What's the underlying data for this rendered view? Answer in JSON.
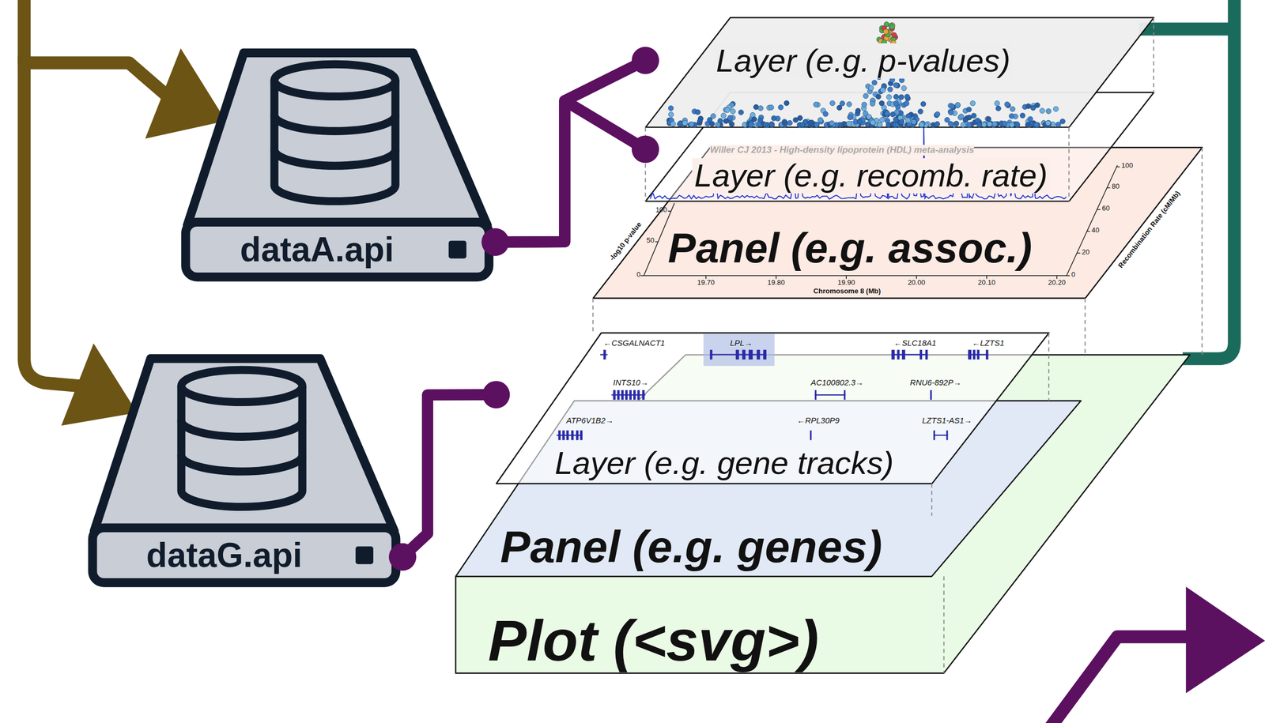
{
  "diagram": {
    "nodes": [
      {
        "text": [
          "dataA.api"
        ]
      },
      {
        "text": [
          "dataG.api"
        ]
      },
      {
        "text": [
          "Layer (e.g. p-values)"
        ]
      },
      {
        "text": [
          "Layer (e.g. recomb. rate)"
        ]
      },
      {
        "text": [
          "Panel (e.g. assoc.)"
        ]
      },
      {
        "text": [
          "Layer (e.g. gene tracks)"
        ]
      },
      {
        "text": [
          "Panel (e.g. genes)"
        ]
      },
      {
        "text": [
          "Plot (<svg>)"
        ]
      }
    ],
    "edges": [
      {
        "from": 0,
        "to": 2,
        "arrow": "none"
      },
      {
        "from": 0,
        "to": 3,
        "arrow": "none"
      },
      {
        "from": 1,
        "to": 5,
        "arrow": "none"
      }
    ],
    "labels": [
      "Willer CJ 2013 - High-density lipoprotein (HDL) meta-analysis",
      "-log10 p-value",
      "100",
      "50",
      "0",
      "19.70",
      "19.80",
      "19.90",
      "20.00",
      "20.10",
      "20.20",
      "Chromosome 8 (Mb)",
      "Recombination Rate (cM/Mb)",
      "100",
      "80",
      "60",
      "40",
      "20",
      "0",
      "←CSGALNACT1",
      "LPL→",
      "←SLC18A1",
      "←LZTS1",
      "INTS10→",
      "AC100802.3→",
      "RNU6-892P→",
      "ATP6V1B2→",
      "←RPL30P9",
      "LZTS1-AS1→"
    ]
  }
}
